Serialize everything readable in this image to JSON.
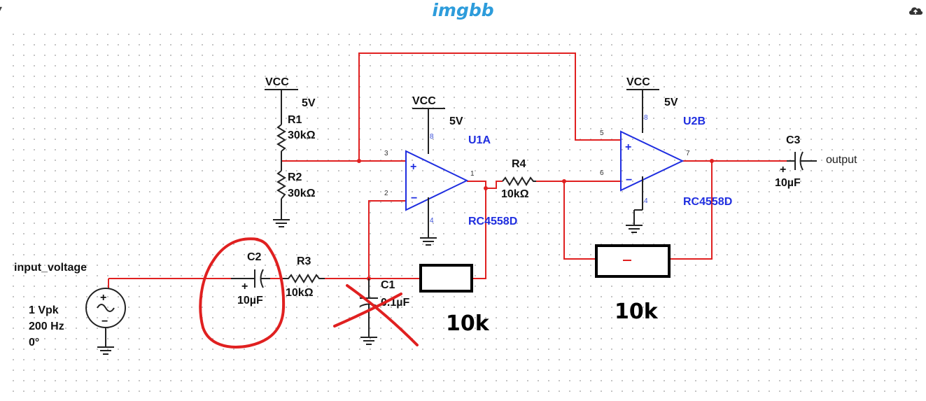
{
  "header": {
    "logo": "imgbb"
  },
  "icons": {
    "menu": "chevron-down-icon",
    "upload": "cloud-upload-icon"
  },
  "colors": {
    "wire": "#e02020",
    "opamp": "#1f2ee0",
    "logo": "#2d9cdb",
    "annotation": "#e02020"
  },
  "supply": {
    "net": "VCC",
    "voltage": "5V"
  },
  "opamps": [
    {
      "ref": "U1A",
      "part": "RC4558D",
      "pins": {
        "noninv": "3",
        "inv": "2",
        "out": "1",
        "vpos": "8",
        "vneg": "4"
      }
    },
    {
      "ref": "U2B",
      "part": "RC4558D",
      "pins": {
        "noninv": "5",
        "inv": "6",
        "out": "7",
        "vpos": "8",
        "vneg": "4"
      }
    }
  ],
  "components": {
    "R1": {
      "ref": "R1",
      "value": "30kΩ"
    },
    "R2": {
      "ref": "R2",
      "value": "30kΩ"
    },
    "R3": {
      "ref": "R3",
      "value": "10kΩ"
    },
    "R4": {
      "ref": "R4",
      "value": "10kΩ"
    },
    "C1": {
      "ref": "C1",
      "value": "0.1µF"
    },
    "C2": {
      "ref": "C2",
      "value": "10µF"
    },
    "C3": {
      "ref": "C3",
      "value": "10µF"
    }
  },
  "source": {
    "name": "input_voltage",
    "amplitude": "1 Vpk",
    "frequency": "200 Hz",
    "phase": "0°"
  },
  "output_label": "output",
  "annotations": {
    "added_resistor_1": "10k",
    "added_resistor_2": "10k"
  }
}
